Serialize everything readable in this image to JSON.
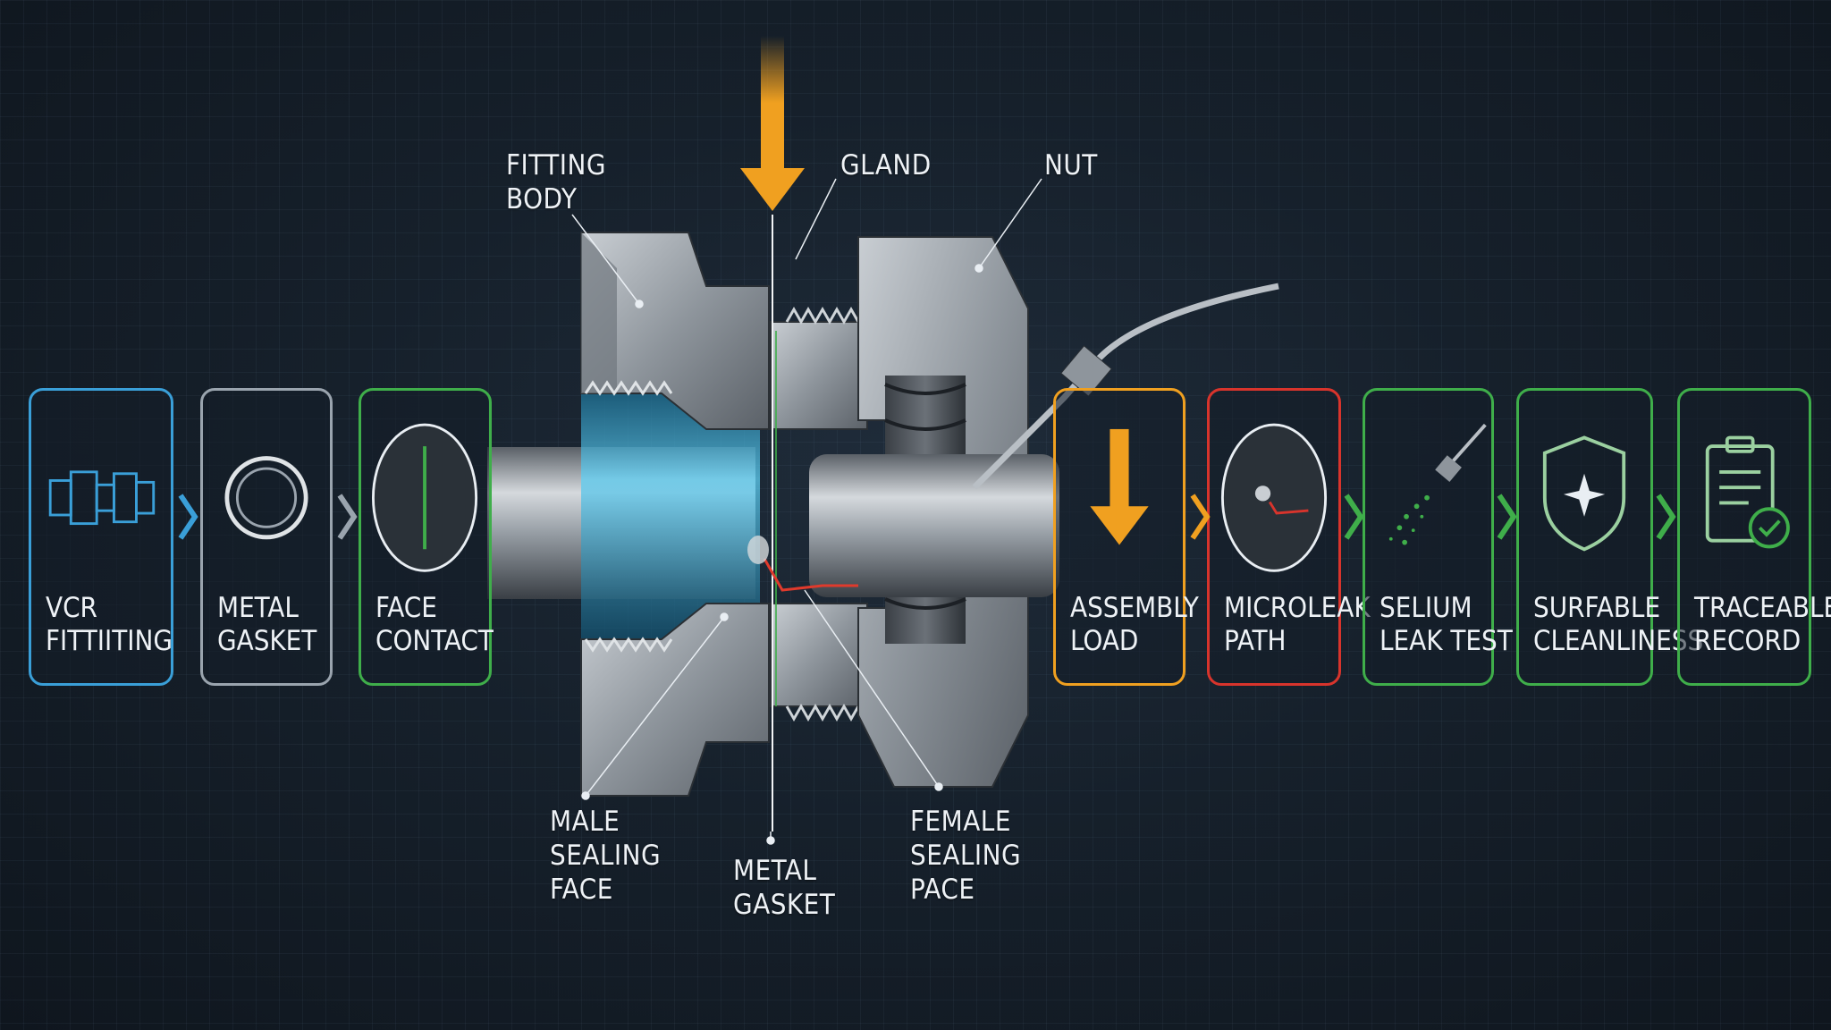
{
  "callouts": {
    "fitting_body": [
      "FITTING",
      "BODY"
    ],
    "gland": "GLAND",
    "nut": "NUT",
    "male_sealing_face": [
      "MALE",
      "SEALING",
      "FACE"
    ],
    "metal_gasket": [
      "METAL",
      "GASKET"
    ],
    "female_sealing_face": [
      "FEMALE",
      "SEALING",
      "PACE"
    ]
  },
  "steps": [
    {
      "line1": "VCR",
      "line2": "FITTIITING",
      "icon": "vcr-fitting-icon",
      "color": "#3a9fd8"
    },
    {
      "line1": "METAL",
      "line2": "GASKET",
      "icon": "gasket-ring-icon",
      "color": "#9aa4ae"
    },
    {
      "line1": "FACE",
      "line2": "CONTACT",
      "icon": "face-contact-icon",
      "color": "#3fae4a"
    },
    {
      "line1": "ASSEMBLY",
      "line2": "LOAD",
      "icon": "down-arrow-icon",
      "color": "#f0a020"
    },
    {
      "line1": "MICROLEAK",
      "line2": "PATH",
      "icon": "microleak-icon",
      "color": "#d8342c"
    },
    {
      "line1": "SELIUM",
      "line2": "LEAK TEST",
      "icon": "sniffer-probe-icon",
      "color": "#3fae4a"
    },
    {
      "line1": "SURFABLE",
      "line2": "CLEANLINESS",
      "icon": "shield-icon",
      "color": "#3fae4a"
    },
    {
      "line1": "TRACEABLE",
      "line2": "RECORD",
      "icon": "clipboard-check-icon",
      "color": "#3fae4a"
    }
  ],
  "colors": {
    "accent": "#f0a020",
    "blue": "#3a9fd8",
    "green": "#3fae4a",
    "red": "#d8342c"
  }
}
